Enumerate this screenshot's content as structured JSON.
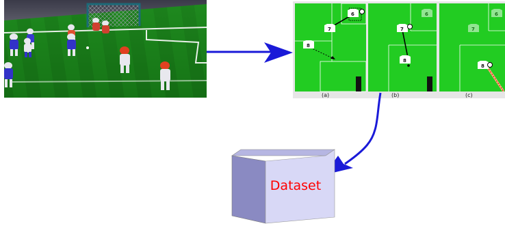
{
  "panels": [
    {
      "label": "(a)"
    },
    {
      "label": "(b)"
    },
    {
      "label": "(c)"
    }
  ],
  "players": {
    "a": [
      "6",
      "7",
      "8"
    ],
    "b": [
      "6",
      "7",
      "8"
    ],
    "c": [
      "6",
      "7",
      "8"
    ]
  },
  "dataset": {
    "label": "Dataset",
    "label_color": "#ff0000",
    "front_color": "#d8d8f6",
    "side_color": "#8a8ac2",
    "top_color": "#b6b6e2"
  },
  "colors": {
    "field_green": "#22cc22",
    "arrow_blue": "#1a1ad8",
    "line_white": "#ffffff",
    "goal_dark": "#111111"
  },
  "icons": [
    "soccer-simulation-photo",
    "soccer-ball-icon",
    "robot-jersey-icon",
    "dataset-cube-icon"
  ]
}
